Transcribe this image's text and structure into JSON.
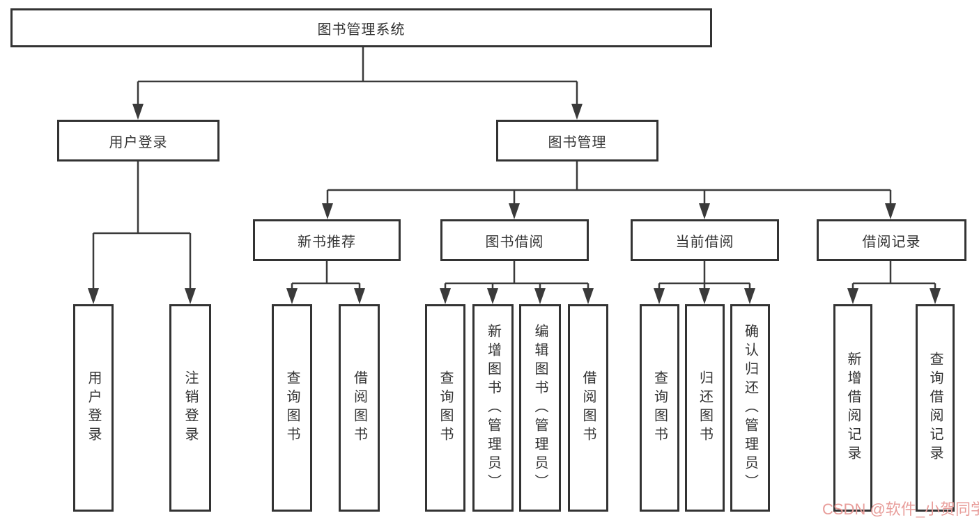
{
  "tree": {
    "label": "图书管理系统",
    "children": [
      {
        "label": "用户登录",
        "children": [
          {
            "label": "用户登录"
          },
          {
            "label": "注销登录"
          }
        ]
      },
      {
        "label": "图书管理",
        "children": [
          {
            "label": "新书推荐",
            "children": [
              {
                "label": "查询图书"
              },
              {
                "label": "借阅图书"
              }
            ]
          },
          {
            "label": "图书借阅",
            "children": [
              {
                "label": "查询图书"
              },
              {
                "label": "新增图书（管理员）"
              },
              {
                "label": "编辑图书（管理员）"
              },
              {
                "label": "借阅图书"
              }
            ]
          },
          {
            "label": "当前借阅",
            "children": [
              {
                "label": "查询图书"
              },
              {
                "label": "归还图书"
              },
              {
                "label": "确认归还（管理员）"
              }
            ]
          },
          {
            "label": "借阅记录",
            "children": [
              {
                "label": "新增借阅记录"
              },
              {
                "label": "查询借阅记录"
              }
            ]
          }
        ]
      }
    ]
  },
  "watermark": {
    "text": "CSDN @软件_小贺同学",
    "color": "#e89d9a"
  },
  "colors": {
    "line": "#3a3a3a",
    "box_border": "#333333",
    "text": "#333333",
    "background": "#ffffff"
  }
}
